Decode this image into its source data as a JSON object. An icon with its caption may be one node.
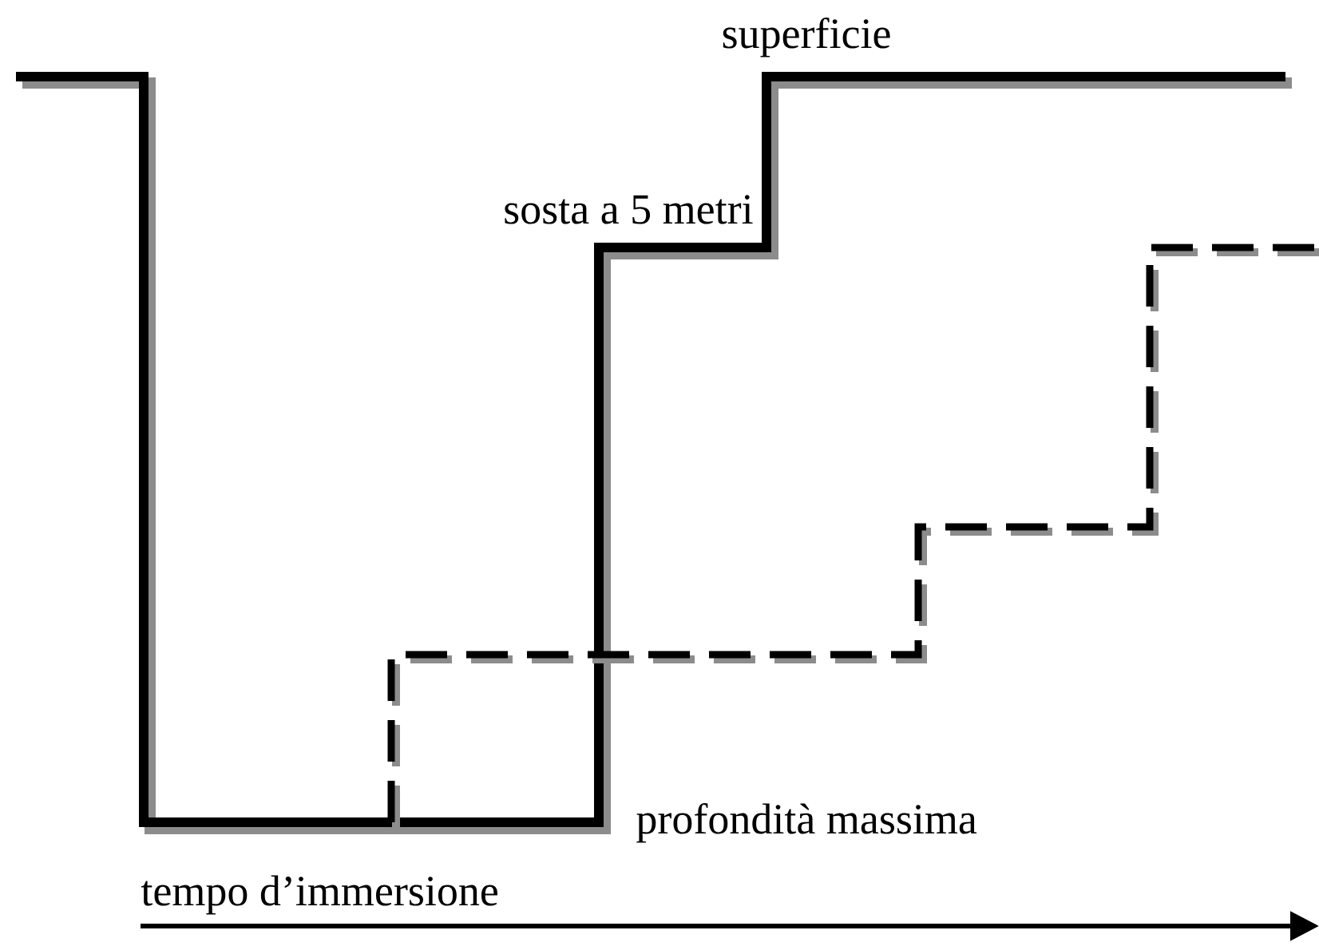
{
  "diagram": {
    "labels": [
      "superficie",
      "sosta a 5 metri",
      "profondità massima",
      "tempo d’immersione"
    ]
  }
}
